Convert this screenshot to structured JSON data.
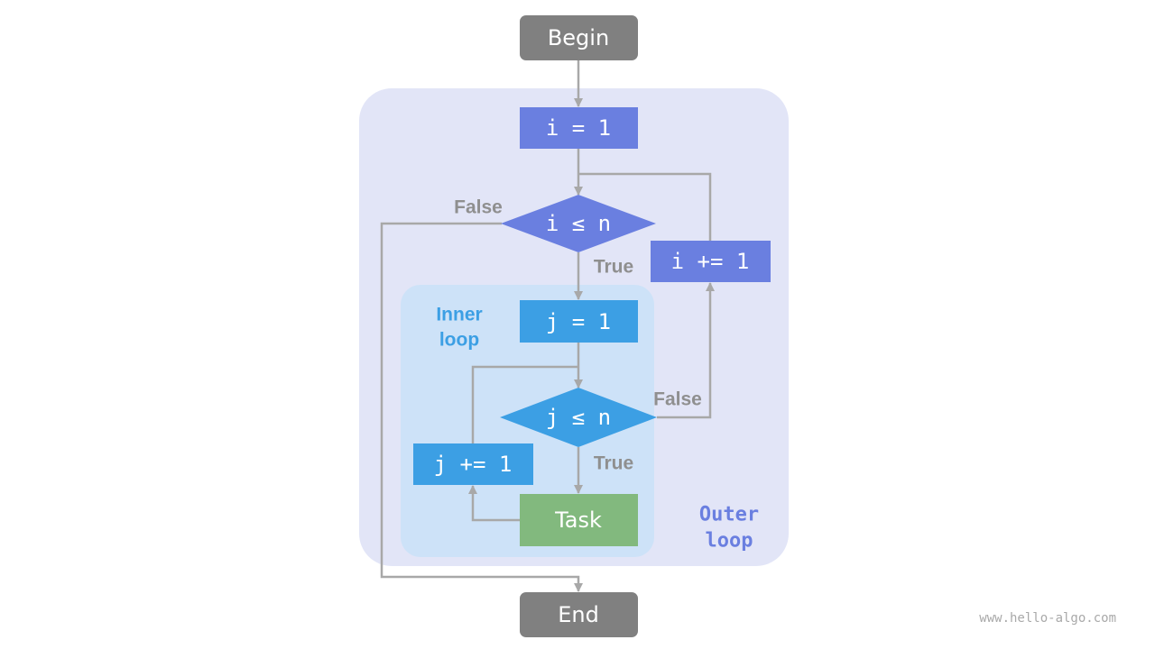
{
  "nodes": {
    "begin": "Begin",
    "i_init": "i = 1",
    "i_cond": "i ≤ n",
    "i_incr": "i += 1",
    "j_init": "j = 1",
    "j_cond": "j ≤ n",
    "j_incr": "j += 1",
    "task": "Task",
    "end": "End"
  },
  "edge_labels": {
    "outer_false": "False",
    "outer_true": "True",
    "inner_false": "False",
    "inner_true": "True"
  },
  "regions": {
    "inner_line1": "Inner",
    "inner_line2": "loop",
    "outer_line1": "Outer",
    "outer_line2": "loop"
  },
  "watermark": "www.hello-algo.com",
  "colors": {
    "terminal": "#808080",
    "outer_node": "#6a7fe0",
    "inner_node": "#3c9fe4",
    "task": "#82b97e",
    "outer_region": "#e2e5f7",
    "inner_region": "#cde2f8",
    "arrow": "#a8a8a8"
  }
}
